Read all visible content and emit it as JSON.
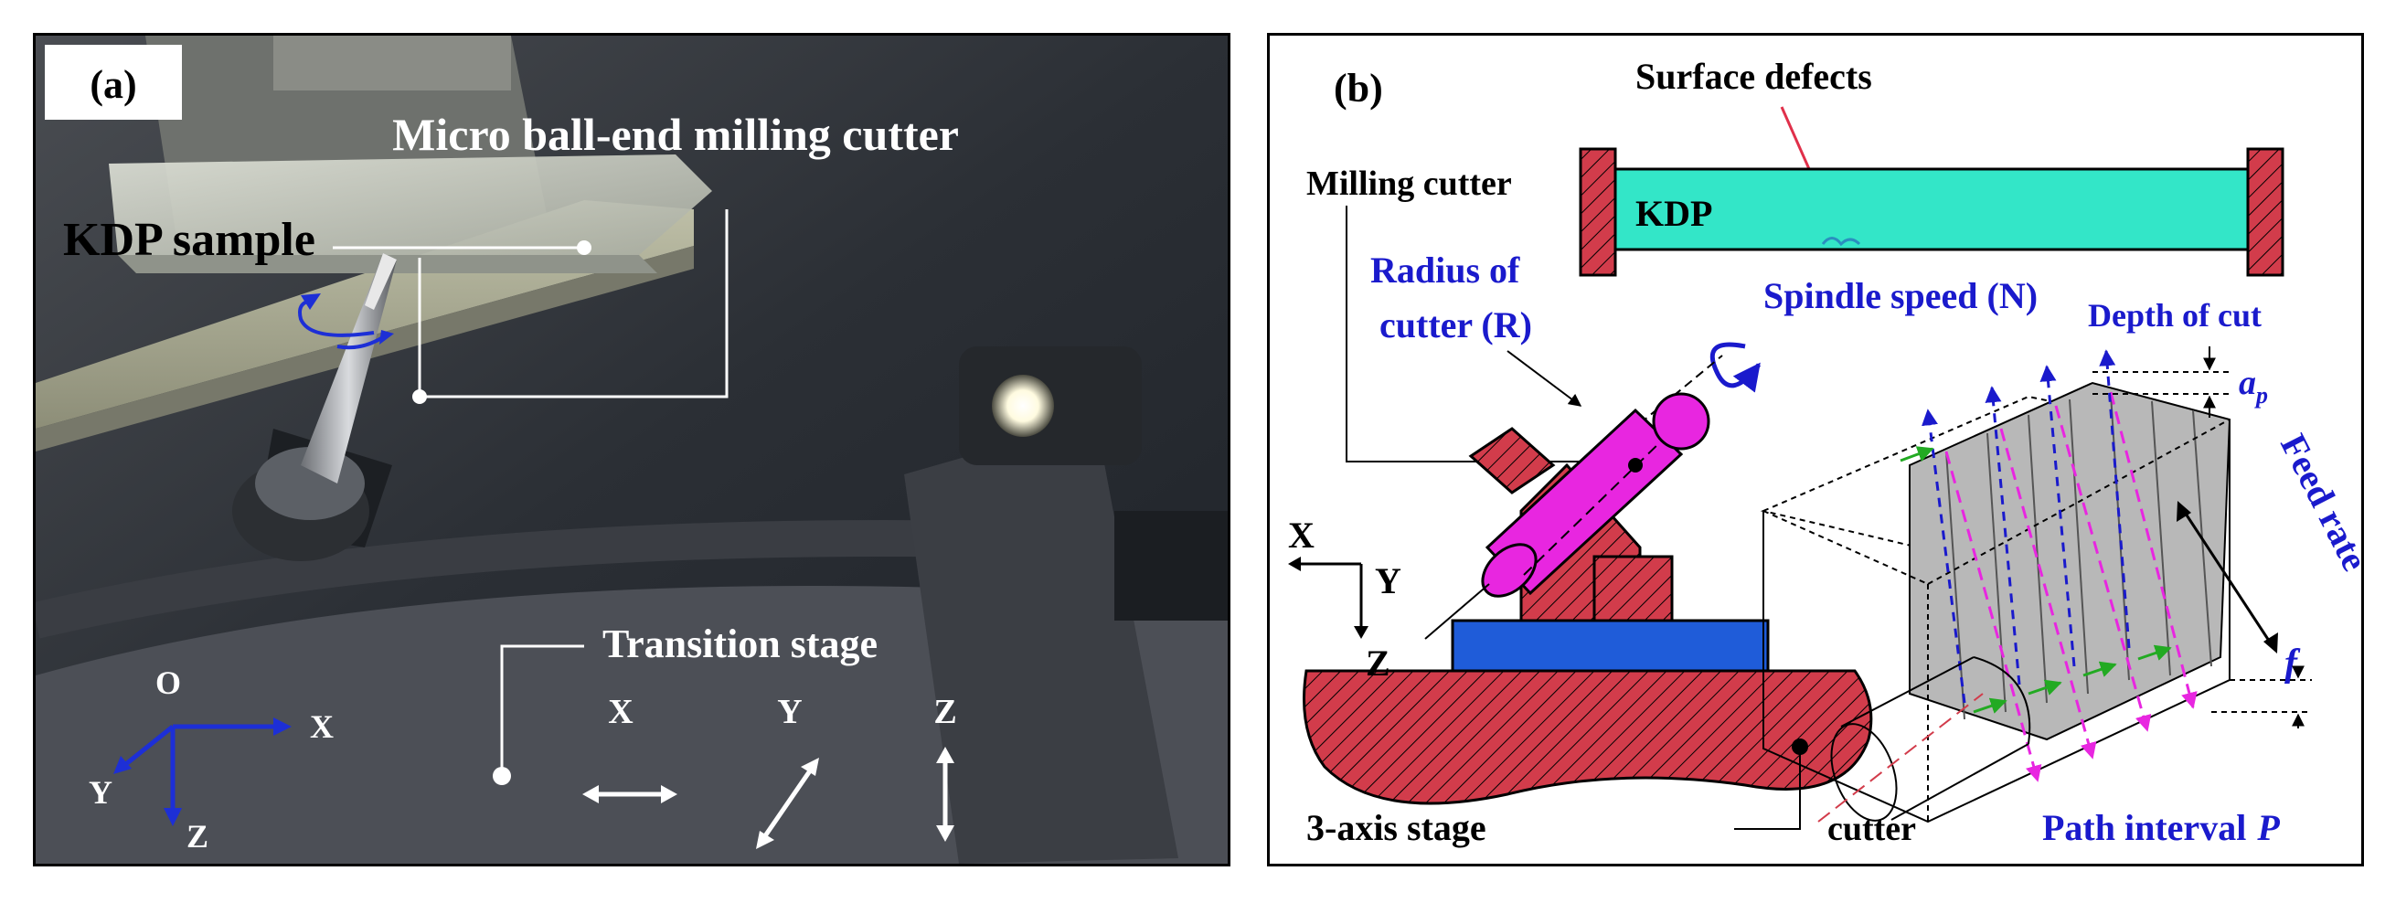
{
  "panel_a": {
    "tag": "(a)",
    "cutter_label": "Micro ball-end milling cutter",
    "sample_label": "KDP sample",
    "stage_label": "Transition stage",
    "axis_x": "X",
    "axis_y": "Y",
    "axis_z": "Z",
    "coord_o": "O",
    "coord_x": "X",
    "coord_y": "Y",
    "coord_z": "Z"
  },
  "panel_b": {
    "tag": "(b)",
    "surface_defects": "Surface defects",
    "milling_cutter": "Milling cutter",
    "kdp": "KDP",
    "radius_line1": "Radius of",
    "radius_line2": "cutter (R)",
    "spindle_speed": "Spindle speed (N)",
    "depth_of_cut": "Depth of cut",
    "ap_main": "a",
    "ap_sub": "p",
    "feed_rate": "Feed rate",
    "feed_symbol": "f",
    "coord_x": "X",
    "coord_y": "Y",
    "coord_z": "Z",
    "stage_3axis": "3-axis stage",
    "cutter": "cutter",
    "path_interval": "Path interval",
    "path_symbol": "P"
  },
  "colors": {
    "hatch_red": "#d23c4b",
    "kdp_cyan": "#33e6c8",
    "cutter_magenta": "#e826e0",
    "stage_blue": "#1f5cd9",
    "label_blue": "#1a1acc",
    "groove_gray": "#b8b8b8"
  }
}
